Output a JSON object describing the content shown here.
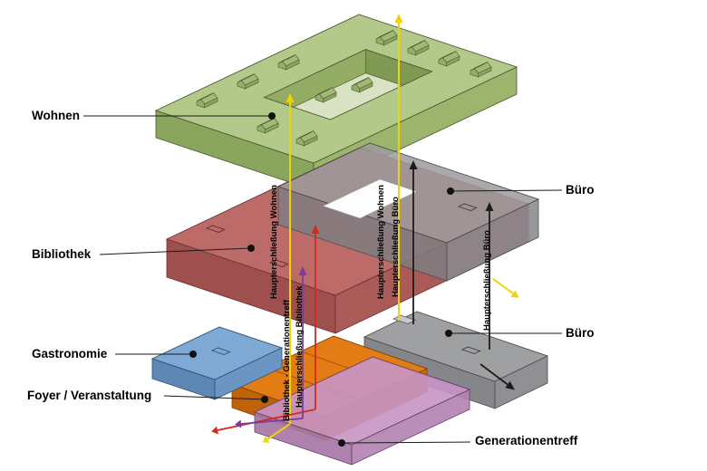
{
  "labels": {
    "wohnen": "Wohnen",
    "bibliothek": "Bibliothek",
    "gastronomie": "Gastronomie",
    "foyer": "Foyer / Veranstaltung",
    "buero_upper": "Büro",
    "buero_lower": "Büro",
    "generationentreff": "Generationentreff"
  },
  "arrows": {
    "wohnen_left": "Haupterschließung Wohnen",
    "wohnen_right": "Haupterschließung Wohnen",
    "buero_inner": "Haupterschließung Büro",
    "buero_outer": "Haupterschließung Büro",
    "bibliothek": "Haupterschließung Bibliothek",
    "bib_gen": "Bibliothek - Generationentreff"
  },
  "colors": {
    "wohnen": "#b2c98a",
    "bibliothek": "#bd6b68",
    "buero": "#9b9b9e",
    "buero_lower": "#9ea0a2",
    "gastronomie": "#7ea9d4",
    "foyer": "#e47c15",
    "generationentreff": "#c795c5",
    "arrow_yellow": "#f0d400",
    "arrow_black": "#1c1c1c",
    "arrow_red": "#d42a1d",
    "arrow_purple": "#7d3ca3",
    "background": "#ffffff"
  }
}
